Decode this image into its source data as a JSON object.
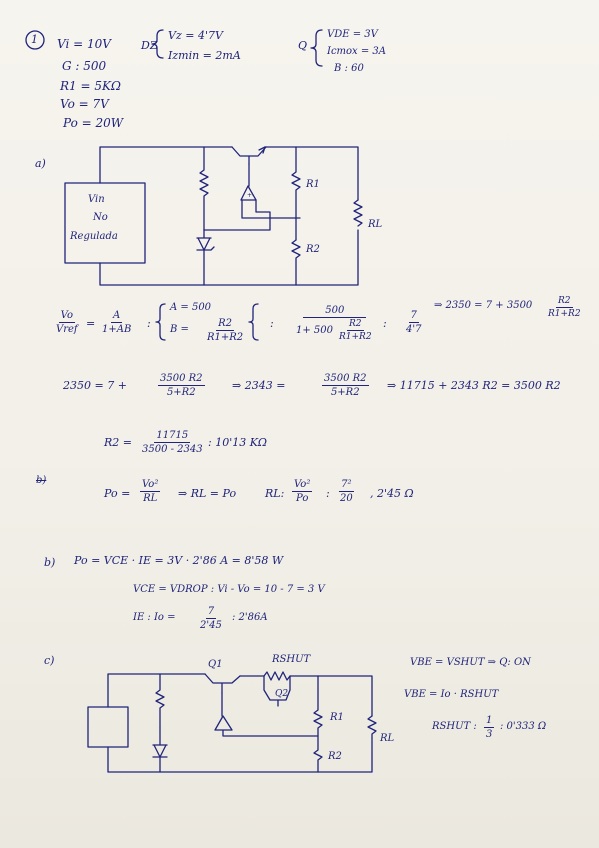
{
  "problem": {
    "number": "1",
    "givens": [
      "Vi = 10V",
      "G : 500",
      "R1 = 5KΩ",
      "Vo = 7V",
      "Po = 20W"
    ],
    "dz_label": "DZ",
    "dz": [
      "Vz = 4'7V",
      "Izmin = 2mA"
    ],
    "q_label": "Q",
    "q": [
      "VDE = 3V",
      "Icmox = 3A",
      "B : 60"
    ]
  },
  "part_a": {
    "label": "a)",
    "circuit1": {
      "source_lines": [
        "Vin",
        "No",
        "Regulada"
      ],
      "r1": "R1",
      "r2": "R2",
      "rl": "RL"
    },
    "eq1": {
      "lhs_num": "Vo",
      "lhs_den": "Vref",
      "f1_num": "A",
      "f1_den": "1+AB",
      "sys1": "A = 500",
      "sys2_pre": "B =",
      "sys2_num": "R2",
      "sys2_den": "R1+R2",
      "f2_num": "500",
      "f2_den_pre": "1+ 500",
      "f2_den_num": "R2",
      "f2_den_den": "R1+R2",
      "f3_num": "7",
      "f3_den": "4'7",
      "rhs": "⇒ 2350 = 7 + 3500",
      "rhs_num": "R2",
      "rhs_den": "R1+R2"
    },
    "eq2": {
      "pre": "2350 = 7 +",
      "f1_num": "3500 R2",
      "f1_den": "5+R2",
      "mid": "⇒ 2343 =",
      "f2_num": "3500 R2",
      "f2_den": "5+R2",
      "post": "⇒ 11715 + 2343 R2 = 3500 R2"
    },
    "eq3": {
      "pre": "R2 =",
      "num": "11715",
      "den": "3500 - 2343",
      "post": ": 10'13 KΩ"
    }
  },
  "part_b_first": {
    "label": "b)",
    "pre": "Po =",
    "f1_num": "Vo²",
    "f1_den": "RL",
    "mid": "⇒ RL = Po",
    "mid2": "RL:",
    "f2_num": "Vo²",
    "f2_den": "Po",
    "eq": ":",
    "f3_num": "7²",
    "f3_den": "20",
    "post": ", 2'45 Ω"
  },
  "part_b": {
    "label": "b)",
    "line1": "Po = VCE · IE  = 3V · 2'86 A = 8'58 W",
    "line2": "VCE = VDROP : Vi - Vo = 10 - 7 = 3 V",
    "line3_pre": "IE : Io =",
    "line3_num": "7",
    "line3_den": "2'45",
    "line3_post": ": 2'86A"
  },
  "part_c": {
    "label": "c)",
    "circuit2": {
      "q1": "Q1",
      "q2": "Q2",
      "rshut": "RSHUT",
      "r1": "R1",
      "r2": "R2",
      "rl": "RL"
    },
    "side1": "VBE = VSHUT ⇒ Q: ON",
    "side2": "VBE = Io · RSHUT",
    "side3_pre": "RSHUT :",
    "side3_num": "1",
    "side3_den": "3",
    "side3_post": ": 0'333 Ω"
  }
}
